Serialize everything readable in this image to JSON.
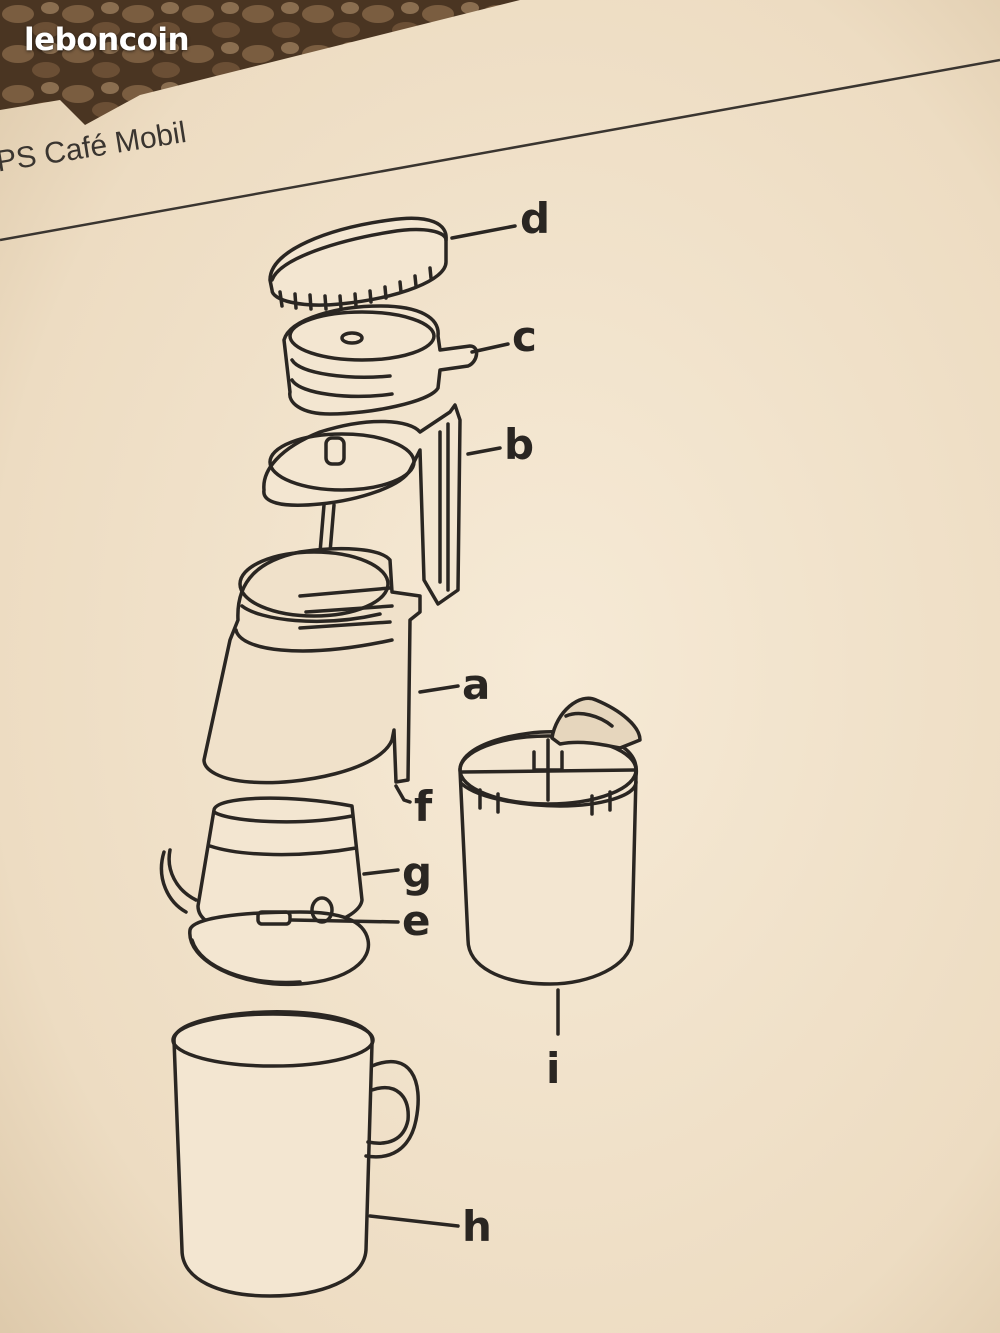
{
  "watermark": "leboncoin",
  "header_title": "PS Café Mobil",
  "labels": {
    "a": "a",
    "b": "b",
    "c": "c",
    "d": "d",
    "e": "e",
    "f": "f",
    "g": "g",
    "h": "h",
    "i": "i"
  },
  "colors": {
    "paper": "#efdfc7",
    "ink": "#2a2622",
    "background": "#3a2a1c"
  }
}
